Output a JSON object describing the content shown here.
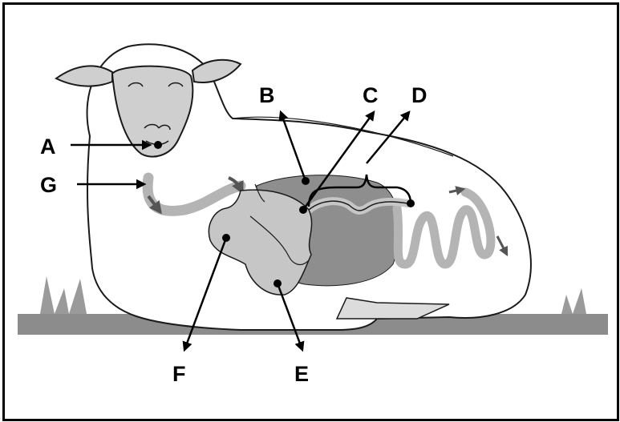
{
  "labels": {
    "A": "A",
    "B": "B",
    "C": "C",
    "D": "D",
    "E": "E",
    "F": "F",
    "G": "G"
  },
  "colors": {
    "ground": "#8c8c8c",
    "sheep_outline": "#1a1a1a",
    "face": "#cfcfcf",
    "organ_light": "#c6c6c6",
    "organ_dark": "#8e8e8e",
    "gut_arrow": "#6e6e6e"
  }
}
